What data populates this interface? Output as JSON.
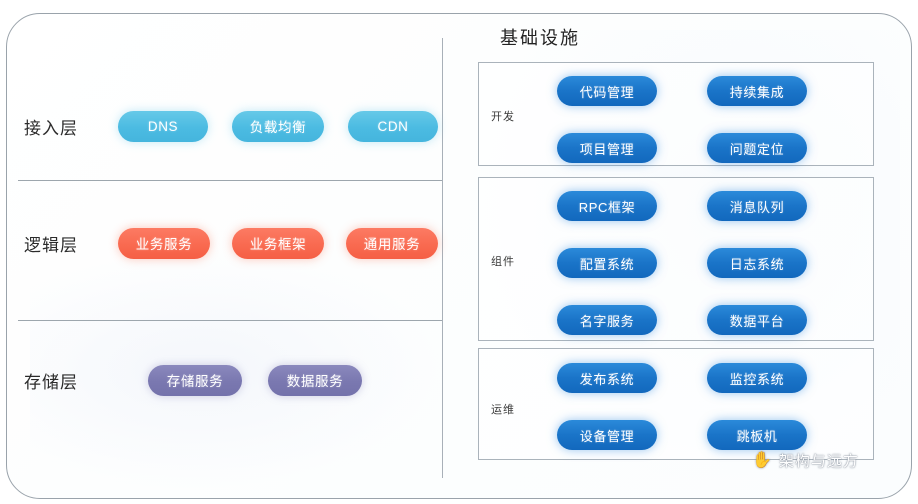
{
  "diagram": {
    "watermark": {
      "icon": "wechat-icon",
      "text": "架构与远方"
    },
    "left": {
      "layers": [
        {
          "label": "接入层",
          "style": "access",
          "items": [
            "DNS",
            "负载均衡",
            "CDN"
          ]
        },
        {
          "label": "逻辑层",
          "style": "logic",
          "items": [
            "业务服务",
            "业务框架",
            "通用服务"
          ]
        },
        {
          "label": "存储层",
          "style": "storage",
          "items": [
            "存储服务",
            "数据服务"
          ]
        }
      ]
    },
    "right": {
      "title": "基础设施",
      "sections": [
        {
          "label": "开发",
          "items": [
            "代码管理",
            "持续集成",
            "项目管理",
            "问题定位"
          ]
        },
        {
          "label": "组件",
          "items": [
            "RPC框架",
            "消息队列",
            "配置系统",
            "日志系统",
            "名字服务",
            "数据平台"
          ]
        },
        {
          "label": "运维",
          "items": [
            "发布系统",
            "监控系统",
            "设备管理",
            "跳板机"
          ]
        }
      ]
    },
    "colors": {
      "access": "#4bbbe2",
      "logic": "#f96a50",
      "storage": "#7a78b0",
      "infra": "#1a74c8",
      "border": "#9aa3ab",
      "text": "#2b2b2b"
    }
  }
}
